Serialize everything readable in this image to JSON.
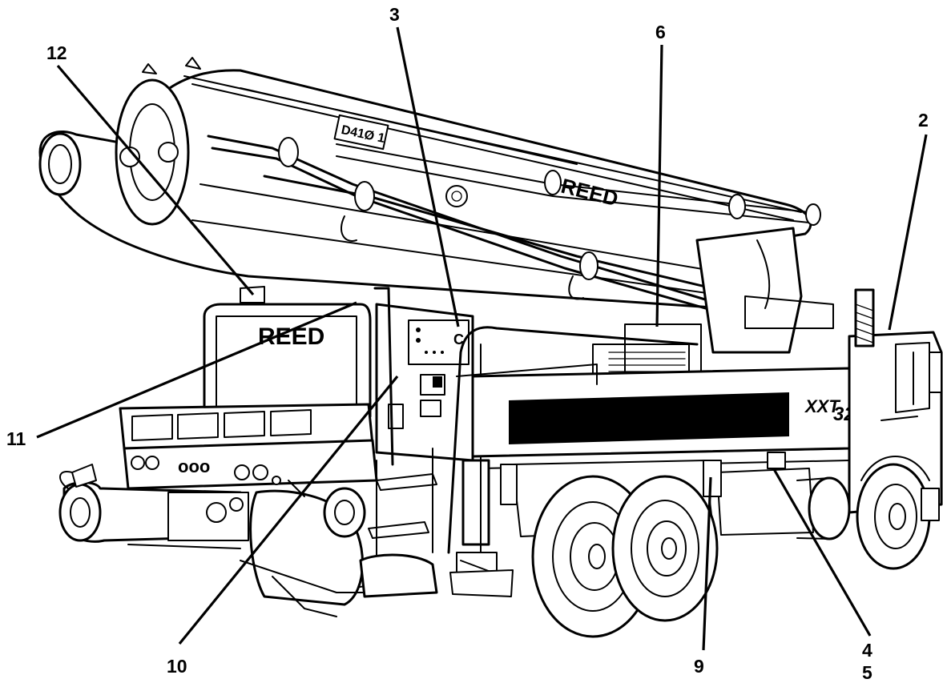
{
  "figure": {
    "callouts": [
      "12",
      "3",
      "6",
      "2",
      "11",
      "10",
      "9",
      "4",
      "5"
    ],
    "cab_brand": "REED",
    "boom_brand": "REED",
    "model_label_main": "XXT",
    "model_label_sub": "32",
    "boom_plate": "D41Ø 1",
    "panel_letter": "C",
    "headlights_text": "ooo"
  }
}
